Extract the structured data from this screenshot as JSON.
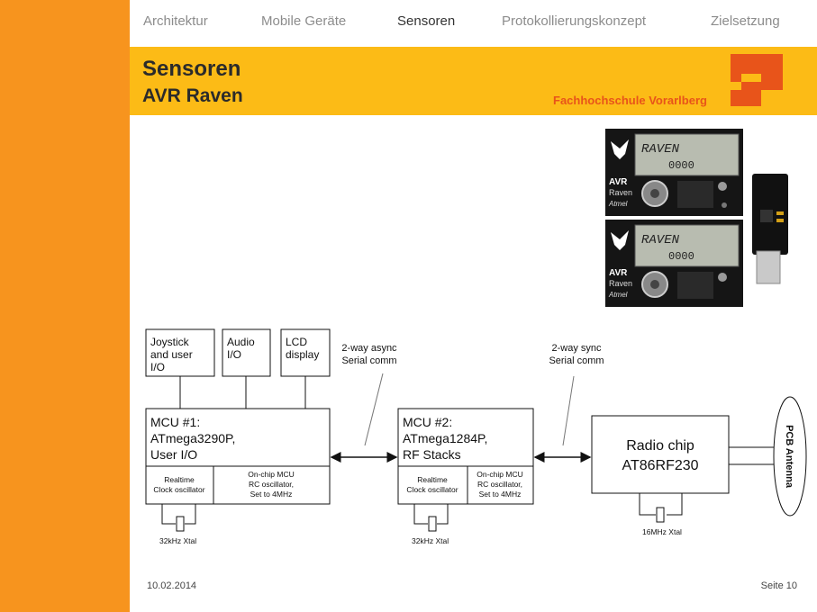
{
  "nav": {
    "items": [
      {
        "label": "Architektur"
      },
      {
        "label": "Mobile Geräte"
      },
      {
        "label": "Sensoren"
      },
      {
        "label": "Protokollierungskonzept"
      },
      {
        "label": "Zielsetzung"
      }
    ],
    "active": "Sensoren"
  },
  "header": {
    "title": "Sensoren",
    "subtitle": "AVR Raven"
  },
  "logo": {
    "text": "Fachhochschule Vorarlberg"
  },
  "photo": {
    "lcd_text": "RAVEN",
    "brand": "AVR",
    "product": "Raven",
    "maker": "Atmel"
  },
  "diagram": {
    "boxes": {
      "joystick": [
        "Joystick",
        "and user",
        "I/O"
      ],
      "audio": [
        "Audio",
        "I/O"
      ],
      "lcd": [
        "LCD",
        "display"
      ],
      "mcu1": [
        "MCU #1:",
        "ATmega3290P,",
        "User I/O"
      ],
      "mcu2": [
        "MCU #2:",
        "ATmega1284P,",
        "RF Stacks"
      ],
      "realtime_osc": [
        "Realtime",
        "Clock oscillator"
      ],
      "rc_osc": [
        "On-chip MCU",
        "RC oscillator,",
        "Set to 4MHz"
      ],
      "radio": [
        "Radio chip",
        "AT86RF230"
      ],
      "antenna": "PCB Antenna"
    },
    "labels": {
      "async": [
        "2-way async",
        "Serial comm"
      ],
      "sync": [
        "2-way sync",
        "Serial comm"
      ],
      "xtal1": "32kHz Xtal",
      "xtal2": "32kHz Xtal",
      "xtal3": "16MHz Xtal"
    }
  },
  "footer": {
    "date": "10.02.2014",
    "page": "Seite 10"
  },
  "colors": {
    "sidebar": "#f7941e",
    "header_band": "#fcbb16",
    "logo": "#e8541a"
  }
}
